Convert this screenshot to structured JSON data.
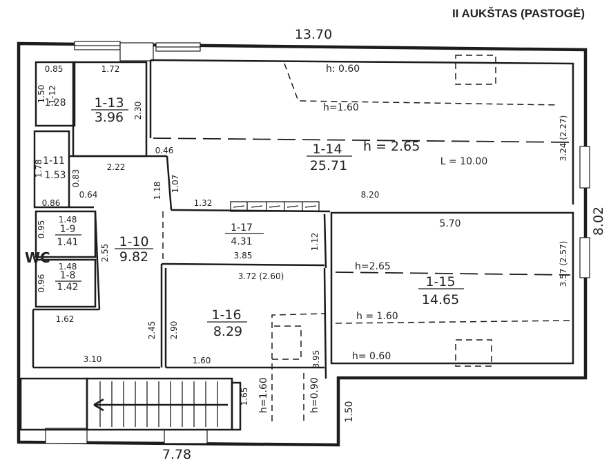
{
  "header": {
    "title": "II AUKŠTAS (PASTOGĖ)"
  },
  "dimensions": {
    "top_width": "13.70",
    "bottom_width": "7.78",
    "right_height": "8.02",
    "stair_side": "1.50"
  },
  "rooms": [
    {
      "id": "1-12",
      "area": "1.28"
    },
    {
      "id": "1-13",
      "area": "3.96"
    },
    {
      "id": "1-14",
      "area": "25.71"
    },
    {
      "id": "1-11",
      "area": "1.53"
    },
    {
      "id": "1-10",
      "area": "9.82"
    },
    {
      "id": "1-17",
      "area": "4.31"
    },
    {
      "id": "1-9",
      "area": "1.41"
    },
    {
      "id": "1-8",
      "area": "1.42"
    },
    {
      "id": "1-16",
      "area": "8.29"
    },
    {
      "id": "1-15",
      "area": "14.65"
    }
  ],
  "wc_label": "WC",
  "measurements": {
    "m085": "0.85",
    "m150": "1.50",
    "m172": "1.72",
    "m230": "2.30",
    "m046": "0.46",
    "m222": "2.22",
    "m178": "1.78",
    "m083": "0.83",
    "m064": "0.64",
    "m086": "0.86",
    "m118": "1.18",
    "m107": "1.07",
    "m132": "1.32",
    "m820": "8.20",
    "m148a": "1.48",
    "m095": "0.95",
    "m255": "2.55",
    "m148b": "1.48",
    "m096": "0.96",
    "m162": "1.62",
    "m385": "3.85",
    "m112": "1.12",
    "m570": "5.70",
    "m372": "3.72 (2.60)",
    "m245": "2.45",
    "m290": "2.90",
    "m310": "3.10",
    "m160": "1.60",
    "m165": "1.65",
    "m395": "3.95",
    "m324": "3.24 (2.27)",
    "m357": "3.57 (2.57)",
    "m_l": "L = 10.00"
  },
  "heights": {
    "h14a": "h: 0.60",
    "h14b": "h=1.60",
    "h14c": "h = 2.65",
    "h15a": "h=2.65",
    "h15b": "h = 1.60",
    "h15c": "h= 0.60",
    "h16a": "h=1.60",
    "h16b": "h=0.90"
  }
}
